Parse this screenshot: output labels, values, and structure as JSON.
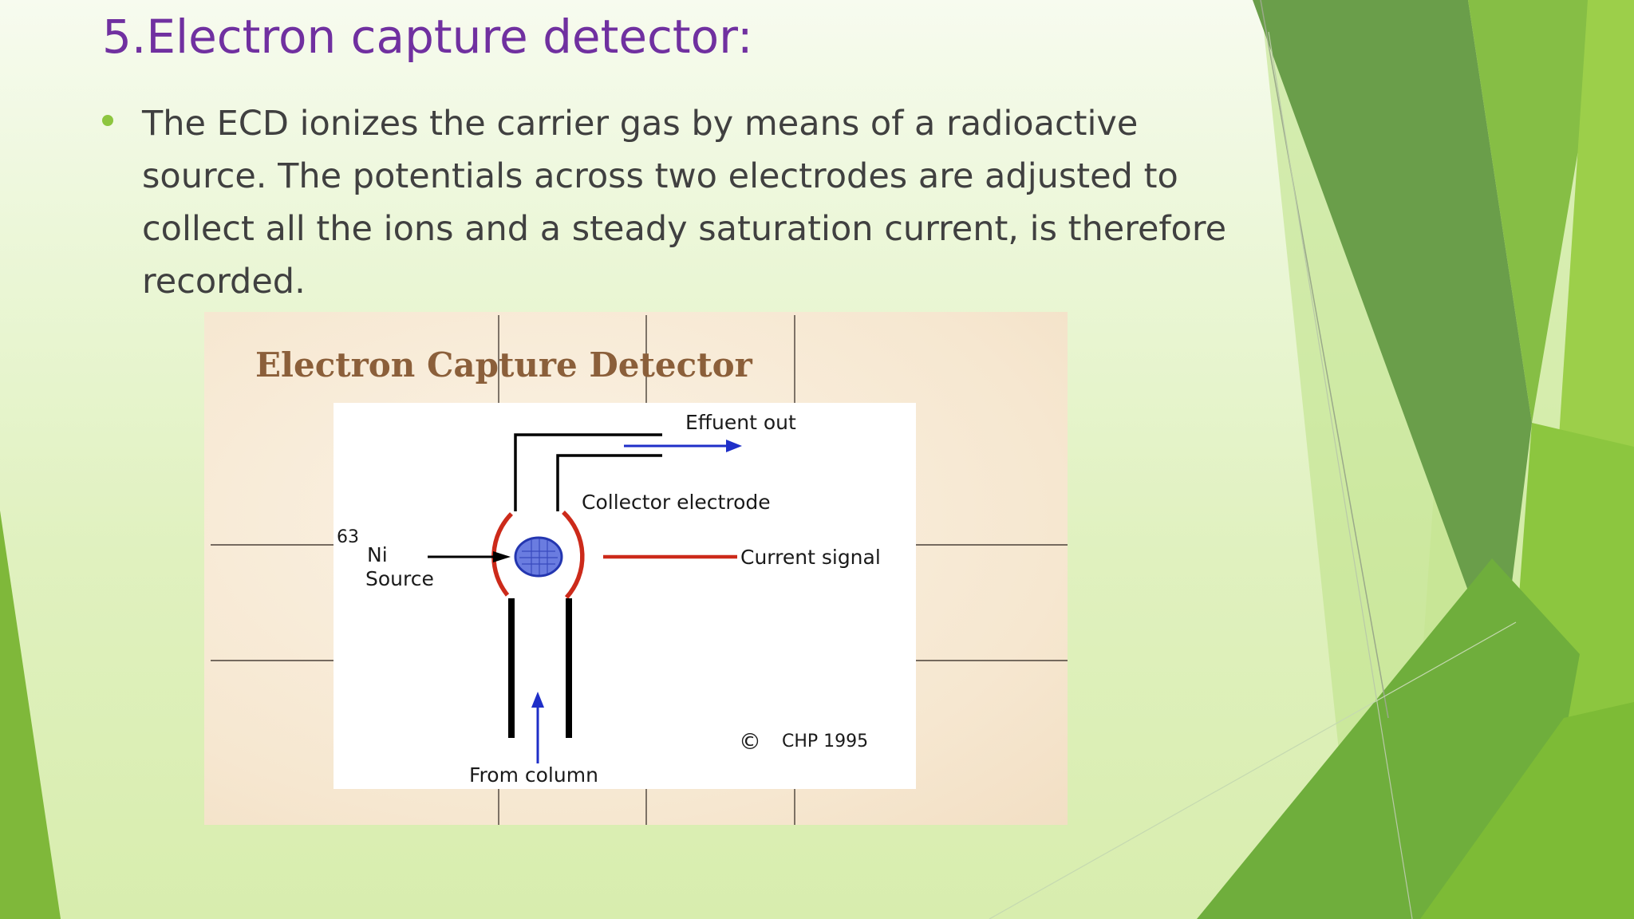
{
  "slide": {
    "title": "5.Electron capture detector:",
    "bullet": "The ECD ionizes the carrier gas by means of a radioactive source. The potentials across two electrodes are adjusted to collect all the ions and a steady saturation current, is therefore recorded."
  },
  "figure": {
    "title": "Electron Capture Detector",
    "labels": {
      "effluent_out": "Effuent out",
      "collector_electrode": "Collector electrode",
      "isotope_mass": "63",
      "isotope_symbol": "Ni",
      "source": "Source",
      "current_signal": "Current signal",
      "from_column": "From column",
      "copyright_symbol": "©",
      "copyright_text": "CHP 1995"
    }
  },
  "colors": {
    "title": "#7030a0",
    "bullet": "#8dc63f",
    "body_text": "#404040",
    "accent_green": "#6aa843",
    "electrode_red": "#cc2a1a",
    "flow_blue": "#1f2fc8"
  }
}
